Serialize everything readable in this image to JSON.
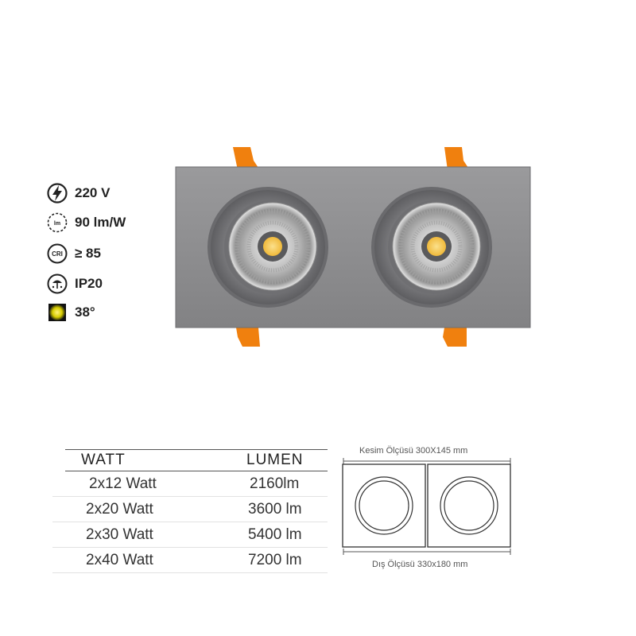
{
  "specs": {
    "voltage": "220 V",
    "efficacy": "90 lm/W",
    "cri": "≥ 85",
    "ip": "IP20",
    "beam_angle": "38°",
    "icons": [
      "lightning-icon",
      "lumen-icon",
      "cri-icon",
      "ip-rating-icon",
      "beam-angle-icon"
    ],
    "cri_icon_text": "CRI",
    "lumen_icon_text": "lm"
  },
  "colors": {
    "housing": "#8e8e90",
    "clip": "#f0800e",
    "led_chip": "#f5c542",
    "beam_dot": "#d6cc00"
  },
  "table": {
    "headers": [
      "WATT",
      "LUMEN"
    ],
    "rows": [
      [
        "2x12 Watt",
        "2160lm"
      ],
      [
        "2x20 Watt",
        "3600 lm"
      ],
      [
        "2x30 Watt",
        "5400 lm"
      ],
      [
        "2x40 Watt",
        "7200 lm"
      ]
    ]
  },
  "dimensions": {
    "cut_out": "Kesim Ölçüsü 300X145 mm",
    "outer": "Dış Ölçüsü 330x180 mm"
  }
}
